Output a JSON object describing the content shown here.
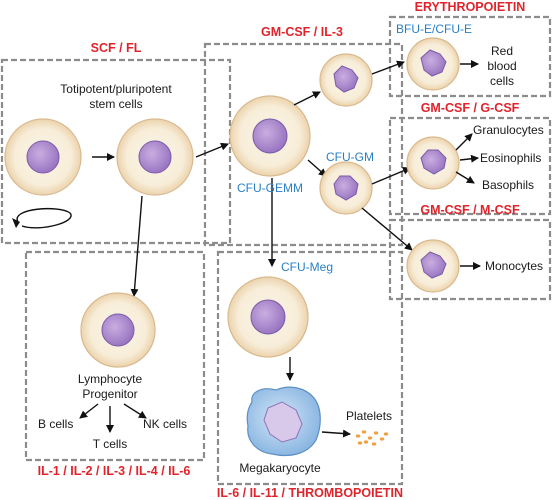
{
  "factors": {
    "scf_fl": "SCF / FL",
    "gmcsf_il3": "GM-CSF / IL-3",
    "erythropoietin": "ERYTHROPOIETIN",
    "gmcsf_gcsf": "GM-CSF / G-CSF",
    "gmcsf_mcsf": "GM-CSF / M-CSF",
    "lymphoid": "IL-1 / IL-2 / IL-3 / IL-4 / IL-6",
    "megakaryo": "IL-6 / IL-11 / THROMBOPOIETIN"
  },
  "labels": {
    "stem_line1": "Totipotent/pluripotent",
    "stem_line2": "stem cells",
    "cfu_gemm": "CFU-GEMM",
    "cfu_gm": "CFU-GM",
    "bfu_e": "BFU-E/CFU-E",
    "cfu_meg": "CFU-Meg",
    "rbc_line1": "Red",
    "rbc_line2": "blood",
    "rbc_line3": "cells",
    "granulocytes": "Granulocytes",
    "eosinophils": "Eosinophils",
    "basophils": "Basophils",
    "monocytes": "Monocytes",
    "lymph_line1": "Lymphocyte",
    "lymph_line2": "Progenitor",
    "b_cells": "B cells",
    "t_cells": "T cells",
    "nk_cells": "NK cells",
    "platelets": "Platelets",
    "megakaryocyte": "Megakaryocyte"
  },
  "colors": {
    "factor_text": "#e0242b",
    "progenitor_text": "#2a7fc4",
    "box_border": "#8c8c8c",
    "cell_cytoplasm": "#f7edd8",
    "nucleus": "#b18fd0",
    "platelet": "#f0a040",
    "megakaryocyte": "#9fc4e8"
  }
}
